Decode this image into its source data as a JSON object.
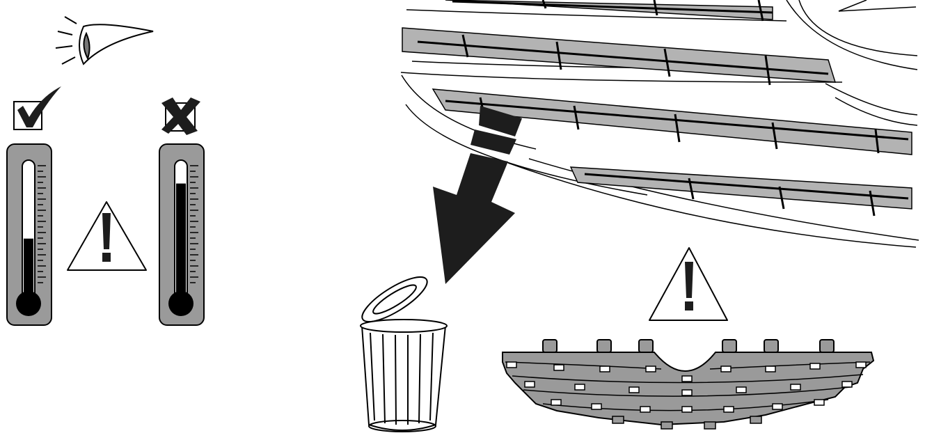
{
  "diagram": {
    "kind": "installation-instruction-illustration",
    "text_labels": [],
    "steps": [
      {
        "icon": "visual-inspection-eye-icon"
      },
      {
        "icon": "temperature-ok-icon",
        "state": "correct"
      },
      {
        "icon": "temperature-not-ok-icon",
        "state": "incorrect"
      },
      {
        "icon": "caution-icon"
      },
      {
        "icon": "remove-trim-to-trash-icon"
      },
      {
        "icon": "new-grille-insert-icon"
      }
    ],
    "thermometers": [
      {
        "state": "ok",
        "fill_level": 0.42
      },
      {
        "state": "not-ok",
        "fill_level": 0.85
      }
    ]
  },
  "colors": {
    "line": "#000000",
    "dark": "#1d1d1d",
    "grey": "#9a9a9a",
    "light_grey": "#b3b3b3",
    "background": "#ffffff"
  }
}
